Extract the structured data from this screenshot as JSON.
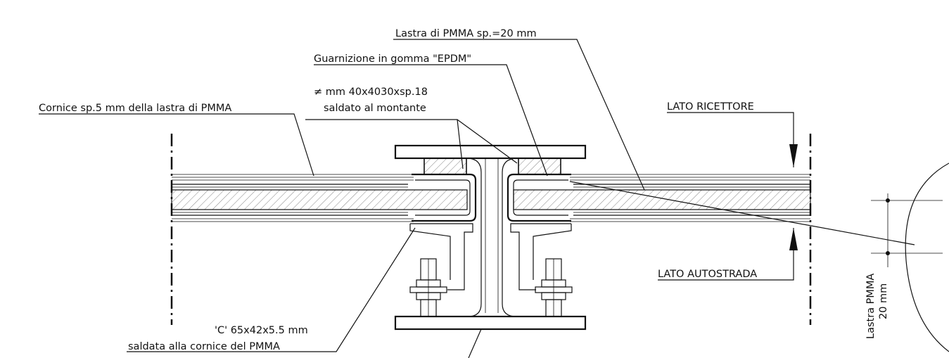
{
  "labels": {
    "pmma_sheet": "Lastra di PMMA sp.=20 mm",
    "gasket": "Guarnizione in gomma \"EPDM\"",
    "plate_line1": "≠ mm 40x4030xsp.18",
    "plate_line2": "saldato al montante",
    "frame": "Cornice sp.5 mm della lastra di PMMA",
    "receiver_side": "LATO RICETTORE",
    "highway_side": "LATO AUTOSTRADA",
    "c_profile_line1": "'C' 65x42x5.5 mm",
    "c_profile_line2": "saldata alla cornice del PMMA",
    "detail_line1": "Lastra PMMA",
    "detail_line2": "20 mm"
  }
}
